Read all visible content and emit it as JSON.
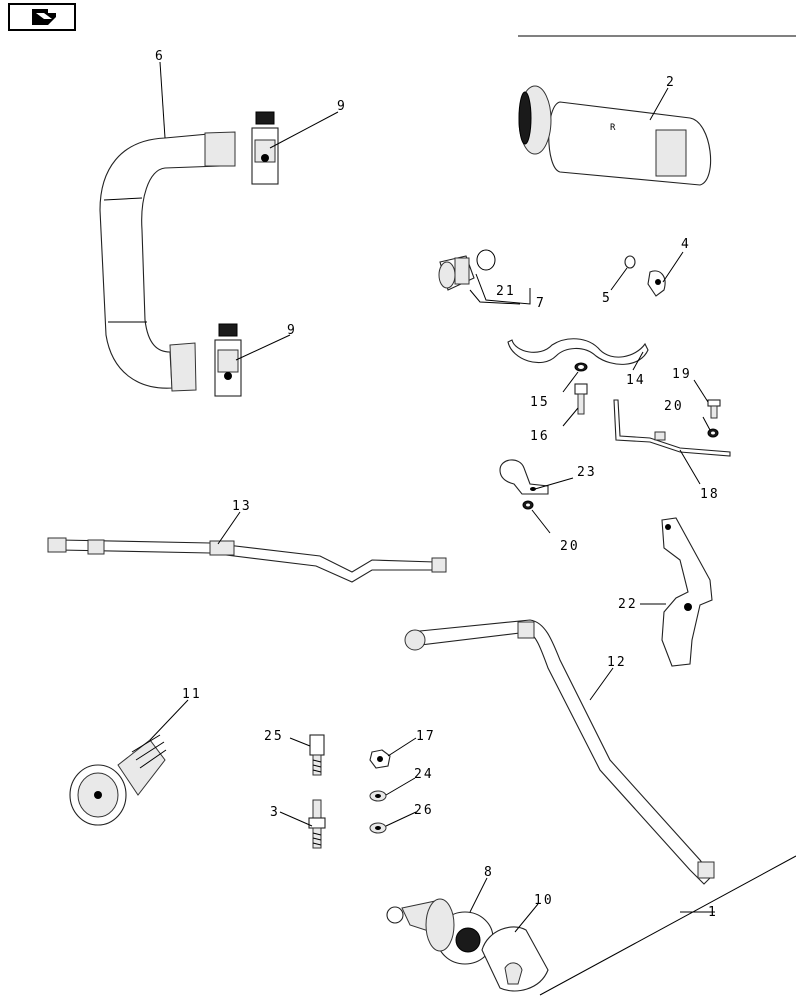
{
  "nav": {
    "icon": "back-arrow-icon"
  },
  "callouts": {
    "c1": "1",
    "c2": "2",
    "c3": "3",
    "c4": "4",
    "c5": "5",
    "c6": "6",
    "c7": "7",
    "c8": "8",
    "c9a": "9",
    "c9b": "9",
    "c10": "10",
    "c11": "11",
    "c12": "12",
    "c13": "13",
    "c14": "14",
    "c15": "15",
    "c16": "16",
    "c17": "17",
    "c18": "18",
    "c19": "19",
    "c20a": "20",
    "c20b": "20",
    "c21": "21",
    "c22": "22",
    "c23": "23",
    "c24": "24",
    "c25": "25",
    "c26": "26"
  }
}
